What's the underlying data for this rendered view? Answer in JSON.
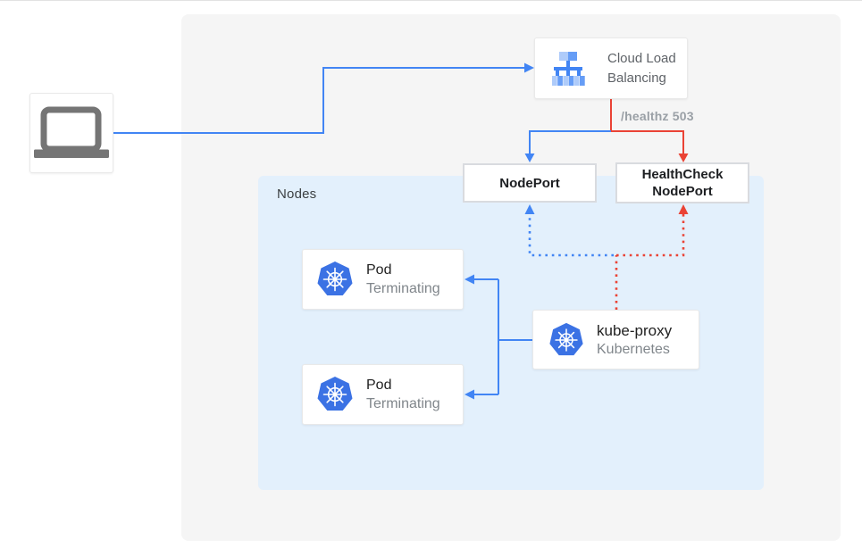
{
  "nodes_area": {
    "label": "Nodes"
  },
  "client": {
    "icon": "laptop-icon"
  },
  "cloud_load_balancing": {
    "icon": "cloud-load-balancing-icon",
    "lines": [
      "Cloud Load",
      "Balancing"
    ]
  },
  "health_check_label": "/healthz 503",
  "nodeport": {
    "label": "NodePort"
  },
  "healthcheck_nodeport": {
    "lines": [
      "HealthCheck",
      "NodePort"
    ]
  },
  "pods": [
    {
      "icon": "kubernetes-icon",
      "title": "Pod",
      "status": "Terminating"
    },
    {
      "icon": "kubernetes-icon",
      "title": "Pod",
      "status": "Terminating"
    }
  ],
  "kube_proxy": {
    "icon": "kubernetes-icon",
    "title": "kube-proxy",
    "subtitle": "Kubernetes"
  },
  "colors": {
    "traffic_blue": "#4285F4",
    "health_red": "#EA4335",
    "panel_bg": "#F5F5F5",
    "nodes_bg": "#E3F0FC",
    "kubernetes_blue": "#3B72E4",
    "lb_icon_light": "#AECBFA",
    "lb_icon_mid": "#669DF6",
    "laptop_gray": "#757575"
  }
}
